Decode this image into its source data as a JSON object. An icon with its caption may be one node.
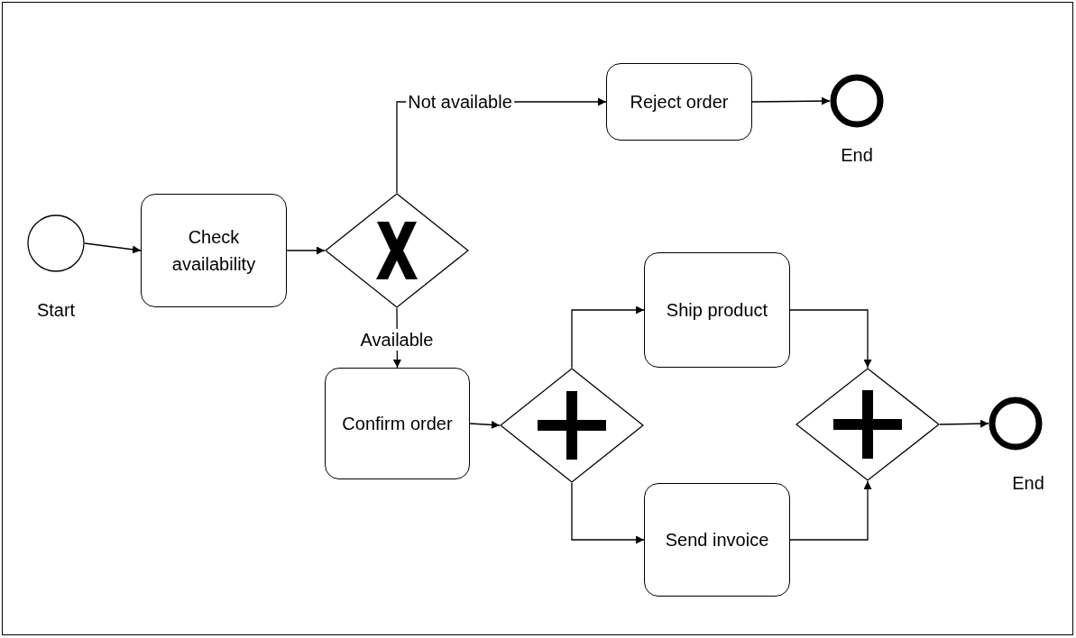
{
  "diagram": {
    "nodes": [
      {
        "text": [],
        "shape": "circle",
        "beside": [
          "Start"
        ]
      },
      {
        "text": [
          "Check availability"
        ]
      },
      {
        "text": [],
        "shape": "diamond"
      },
      {
        "text": [
          "Reject order"
        ]
      },
      {
        "text": [],
        "shape": "circle",
        "beside": [
          "End"
        ]
      },
      {
        "text": [
          "Confirm order"
        ]
      },
      {
        "text": [],
        "shape": "diamond"
      },
      {
        "text": [
          "Ship product"
        ]
      },
      {
        "text": [
          "Send invoice"
        ]
      },
      {
        "text": [],
        "shape": "diamond"
      },
      {
        "text": [],
        "shape": "circle",
        "beside": [
          "End"
        ]
      }
    ],
    "edges": [
      {
        "from": 0,
        "to": 1,
        "arrow": "to"
      },
      {
        "from": 1,
        "to": 2,
        "arrow": "to"
      },
      {
        "from": 2,
        "to": 3,
        "arrow": "to",
        "label": "Not available"
      },
      {
        "from": 2,
        "to": 5,
        "arrow": "to",
        "label": "Available"
      },
      {
        "from": 3,
        "to": 4,
        "arrow": "to"
      },
      {
        "from": 5,
        "to": 6,
        "arrow": "to"
      },
      {
        "from": 6,
        "to": 7,
        "arrow": "to"
      },
      {
        "from": 6,
        "to": 8,
        "arrow": "to"
      },
      {
        "from": 7,
        "to": 9,
        "arrow": "to"
      },
      {
        "from": 8,
        "to": 9,
        "arrow": "to"
      },
      {
        "from": 9,
        "to": 10,
        "arrow": "to"
      }
    ]
  }
}
